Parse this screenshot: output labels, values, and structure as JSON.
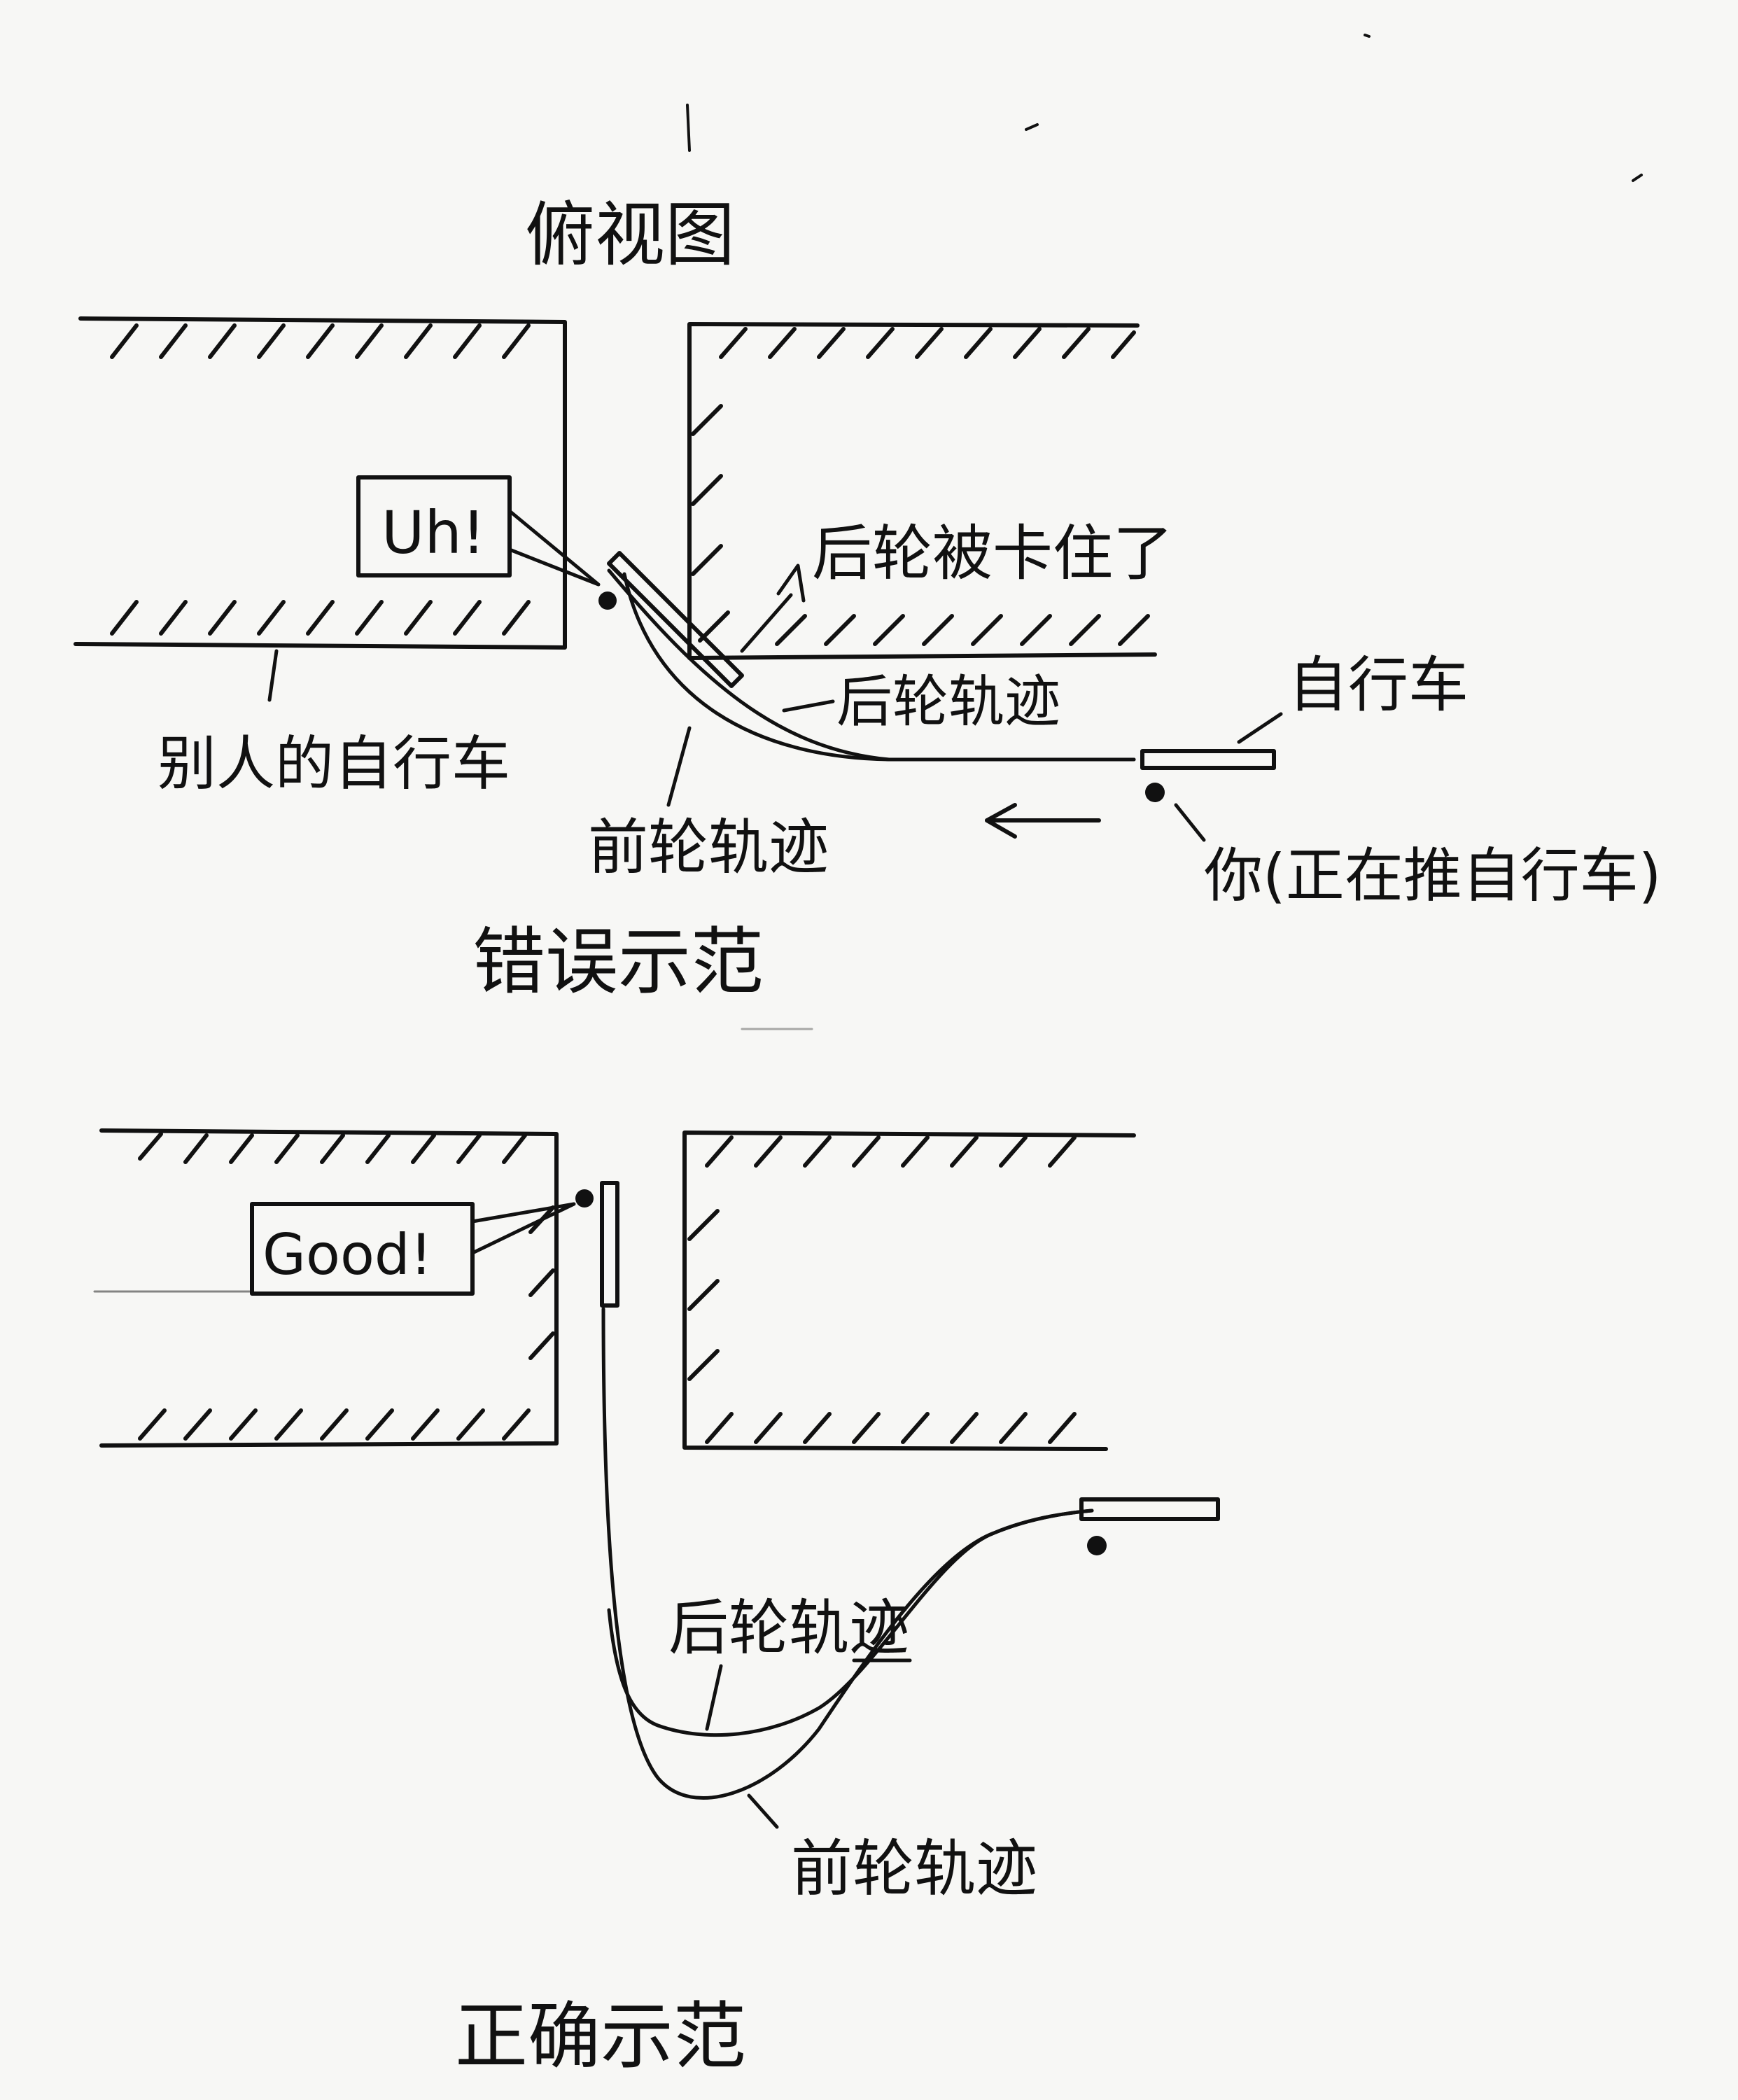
{
  "title": "俯视图",
  "wrong_example": {
    "caption": "错误示范",
    "speech": "Uh!",
    "rear_wheel_stuck_label": "后轮被卡住了",
    "rear_wheel_track_label": "后轮轨迹",
    "front_wheel_track_label": "前轮轨迹",
    "bicycle_label": "自行车",
    "others_bicycle_label": "别人的自行车",
    "you_label": "你(正在推自行车)"
  },
  "correct_example": {
    "caption": "正确示范",
    "speech": "Good!",
    "rear_wheel_track_label": "后轮轨迹",
    "front_wheel_track_label": "前轮轨迹"
  },
  "colors": {
    "ink": "#111111",
    "paper": "#f7f7f5"
  }
}
